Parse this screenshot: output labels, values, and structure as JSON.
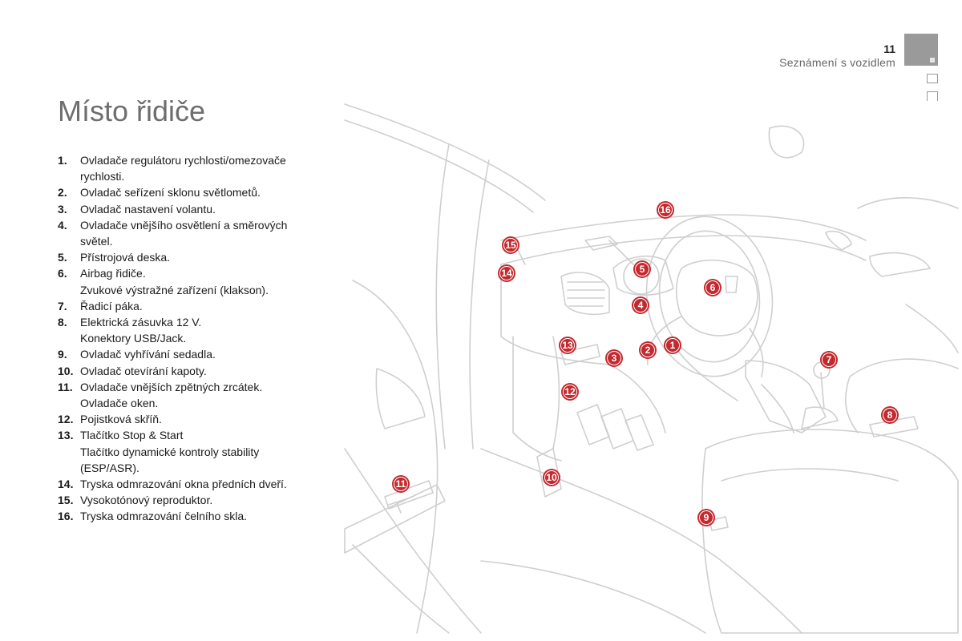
{
  "header": {
    "page_number": "11",
    "section_title": "Seznámení s vozidlem"
  },
  "title": "Místo řidiče",
  "legend": [
    {
      "num": "1.",
      "lines": [
        "Ovladače regulátoru rychlosti/omezovače",
        "rychlosti."
      ]
    },
    {
      "num": "2.",
      "lines": [
        "Ovladač seřízení sklonu světlometů."
      ]
    },
    {
      "num": "3.",
      "lines": [
        "Ovladač nastavení volantu."
      ]
    },
    {
      "num": "4.",
      "lines": [
        "Ovladače vnějšího osvětlení a směrových",
        "světel."
      ]
    },
    {
      "num": "5.",
      "lines": [
        "Přístrojová deska."
      ]
    },
    {
      "num": "6.",
      "lines": [
        "Airbag řidiče.",
        "Zvukové výstražné zařízení (klakson)."
      ]
    },
    {
      "num": "7.",
      "lines": [
        "Řadicí páka."
      ]
    },
    {
      "num": "8.",
      "lines": [
        "Elektrická zásuvka 12 V.",
        "Konektory USB/Jack."
      ]
    },
    {
      "num": "9.",
      "lines": [
        "Ovladač vyhřívání sedadla."
      ]
    },
    {
      "num": "10.",
      "lines": [
        "Ovladač otevírání kapoty."
      ]
    },
    {
      "num": "11.",
      "lines": [
        "Ovladače vnějších zpětných zrcátek.",
        "Ovladače oken."
      ]
    },
    {
      "num": "12.",
      "lines": [
        "Pojistková skříň."
      ]
    },
    {
      "num": "13.",
      "lines": [
        "Tlačítko Stop & Start",
        "Tlačítko dynamické kontroly stability",
        "(ESP/ASR)."
      ]
    },
    {
      "num": "14.",
      "lines": [
        "Tryska odmrazování okna předních dveří."
      ]
    },
    {
      "num": "15.",
      "lines": [
        "Vysokotónový reproduktor."
      ]
    },
    {
      "num": "16.",
      "lines": [
        "Tryska odmrazování čelního skla."
      ]
    }
  ],
  "badges": [
    "1",
    "2",
    "3",
    "4",
    "5",
    "6",
    "7",
    "8",
    "9",
    "10",
    "11",
    "12",
    "13",
    "14",
    "15",
    "16"
  ],
  "colors": {
    "badge_fill": "#c4292e",
    "line_art": "#cfcfcf",
    "title_gray": "#6e6e6e",
    "tab_gray": "#9a9a9a"
  }
}
